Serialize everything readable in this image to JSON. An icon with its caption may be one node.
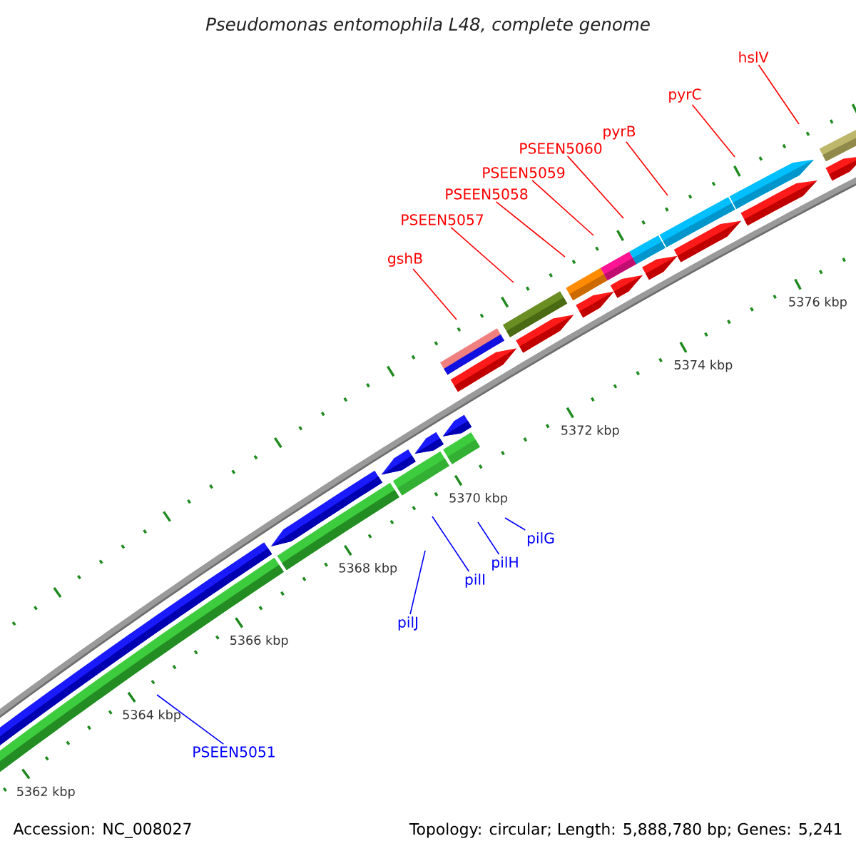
{
  "diagram": {
    "title": "Pseudomonas entomophila L48, complete genome",
    "nodes": [
      {
        "text": [
          "hslV"
        ]
      },
      {
        "text": [
          "pyrC"
        ]
      },
      {
        "text": [
          "pyrB"
        ]
      },
      {
        "text": [
          "PSEEN5060"
        ]
      },
      {
        "text": [
          "PSEEN5059"
        ]
      },
      {
        "text": [
          "PSEEN5058"
        ]
      },
      {
        "text": [
          "PSEEN5057"
        ]
      },
      {
        "text": [
          "gshB"
        ]
      },
      {
        "text": [
          "pilG"
        ]
      },
      {
        "text": [
          "pilH"
        ]
      },
      {
        "text": [
          "pilI"
        ]
      },
      {
        "text": [
          "pilJ"
        ]
      },
      {
        "text": [
          "PSEEN5051"
        ]
      }
    ],
    "edges": [
      {
        "from": 0,
        "to": null,
        "arrow": "none"
      },
      {
        "from": 1,
        "to": null,
        "arrow": "none"
      },
      {
        "from": 2,
        "to": null,
        "arrow": "none"
      },
      {
        "from": 3,
        "to": null,
        "arrow": "none"
      },
      {
        "from": 4,
        "to": null,
        "arrow": "none"
      },
      {
        "from": 5,
        "to": null,
        "arrow": "none"
      },
      {
        "from": 6,
        "to": null,
        "arrow": "none"
      },
      {
        "from": 7,
        "to": null,
        "arrow": "none"
      },
      {
        "from": 8,
        "to": null,
        "arrow": "none",
        "color": "#0000ff"
      },
      {
        "from": 9,
        "to": null,
        "arrow": "none",
        "color": "#0000ff"
      },
      {
        "from": 10,
        "to": null,
        "arrow": "none",
        "color": "#0000ff"
      },
      {
        "from": 11,
        "to": null,
        "arrow": "none",
        "color": "#0000ff"
      },
      {
        "from": 12,
        "to": null,
        "arrow": "none",
        "color": "#0000ff"
      }
    ],
    "labels": [
      "5362 kbp",
      "5364 kbp",
      "5366 kbp",
      "5368 kbp",
      "5370 kbp",
      "5372 kbp",
      "5374 kbp",
      "5376 kbp",
      "Accession: NC_008027",
      "Topology: circular; Length: 5,888,780 bp; Genes: 5,241"
    ]
  }
}
